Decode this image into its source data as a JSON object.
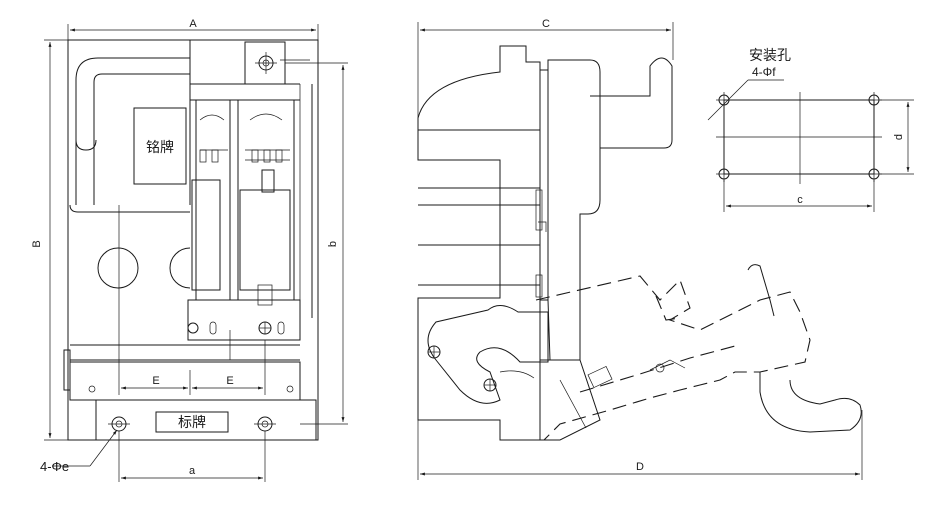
{
  "front_view": {
    "dim_A": "A",
    "dim_B": "B",
    "dim_b": "b",
    "dim_E_left": "E",
    "dim_E_right": "E",
    "dim_a": "a",
    "hole_callout": "4-Φe",
    "nameplate": "铭牌",
    "label_plate": "标牌"
  },
  "side_view": {
    "dim_C": "C",
    "dim_D": "D"
  },
  "mounting_holes": {
    "title": "安装孔",
    "hole_callout": "4-Φf",
    "dim_c": "c",
    "dim_d": "d"
  }
}
